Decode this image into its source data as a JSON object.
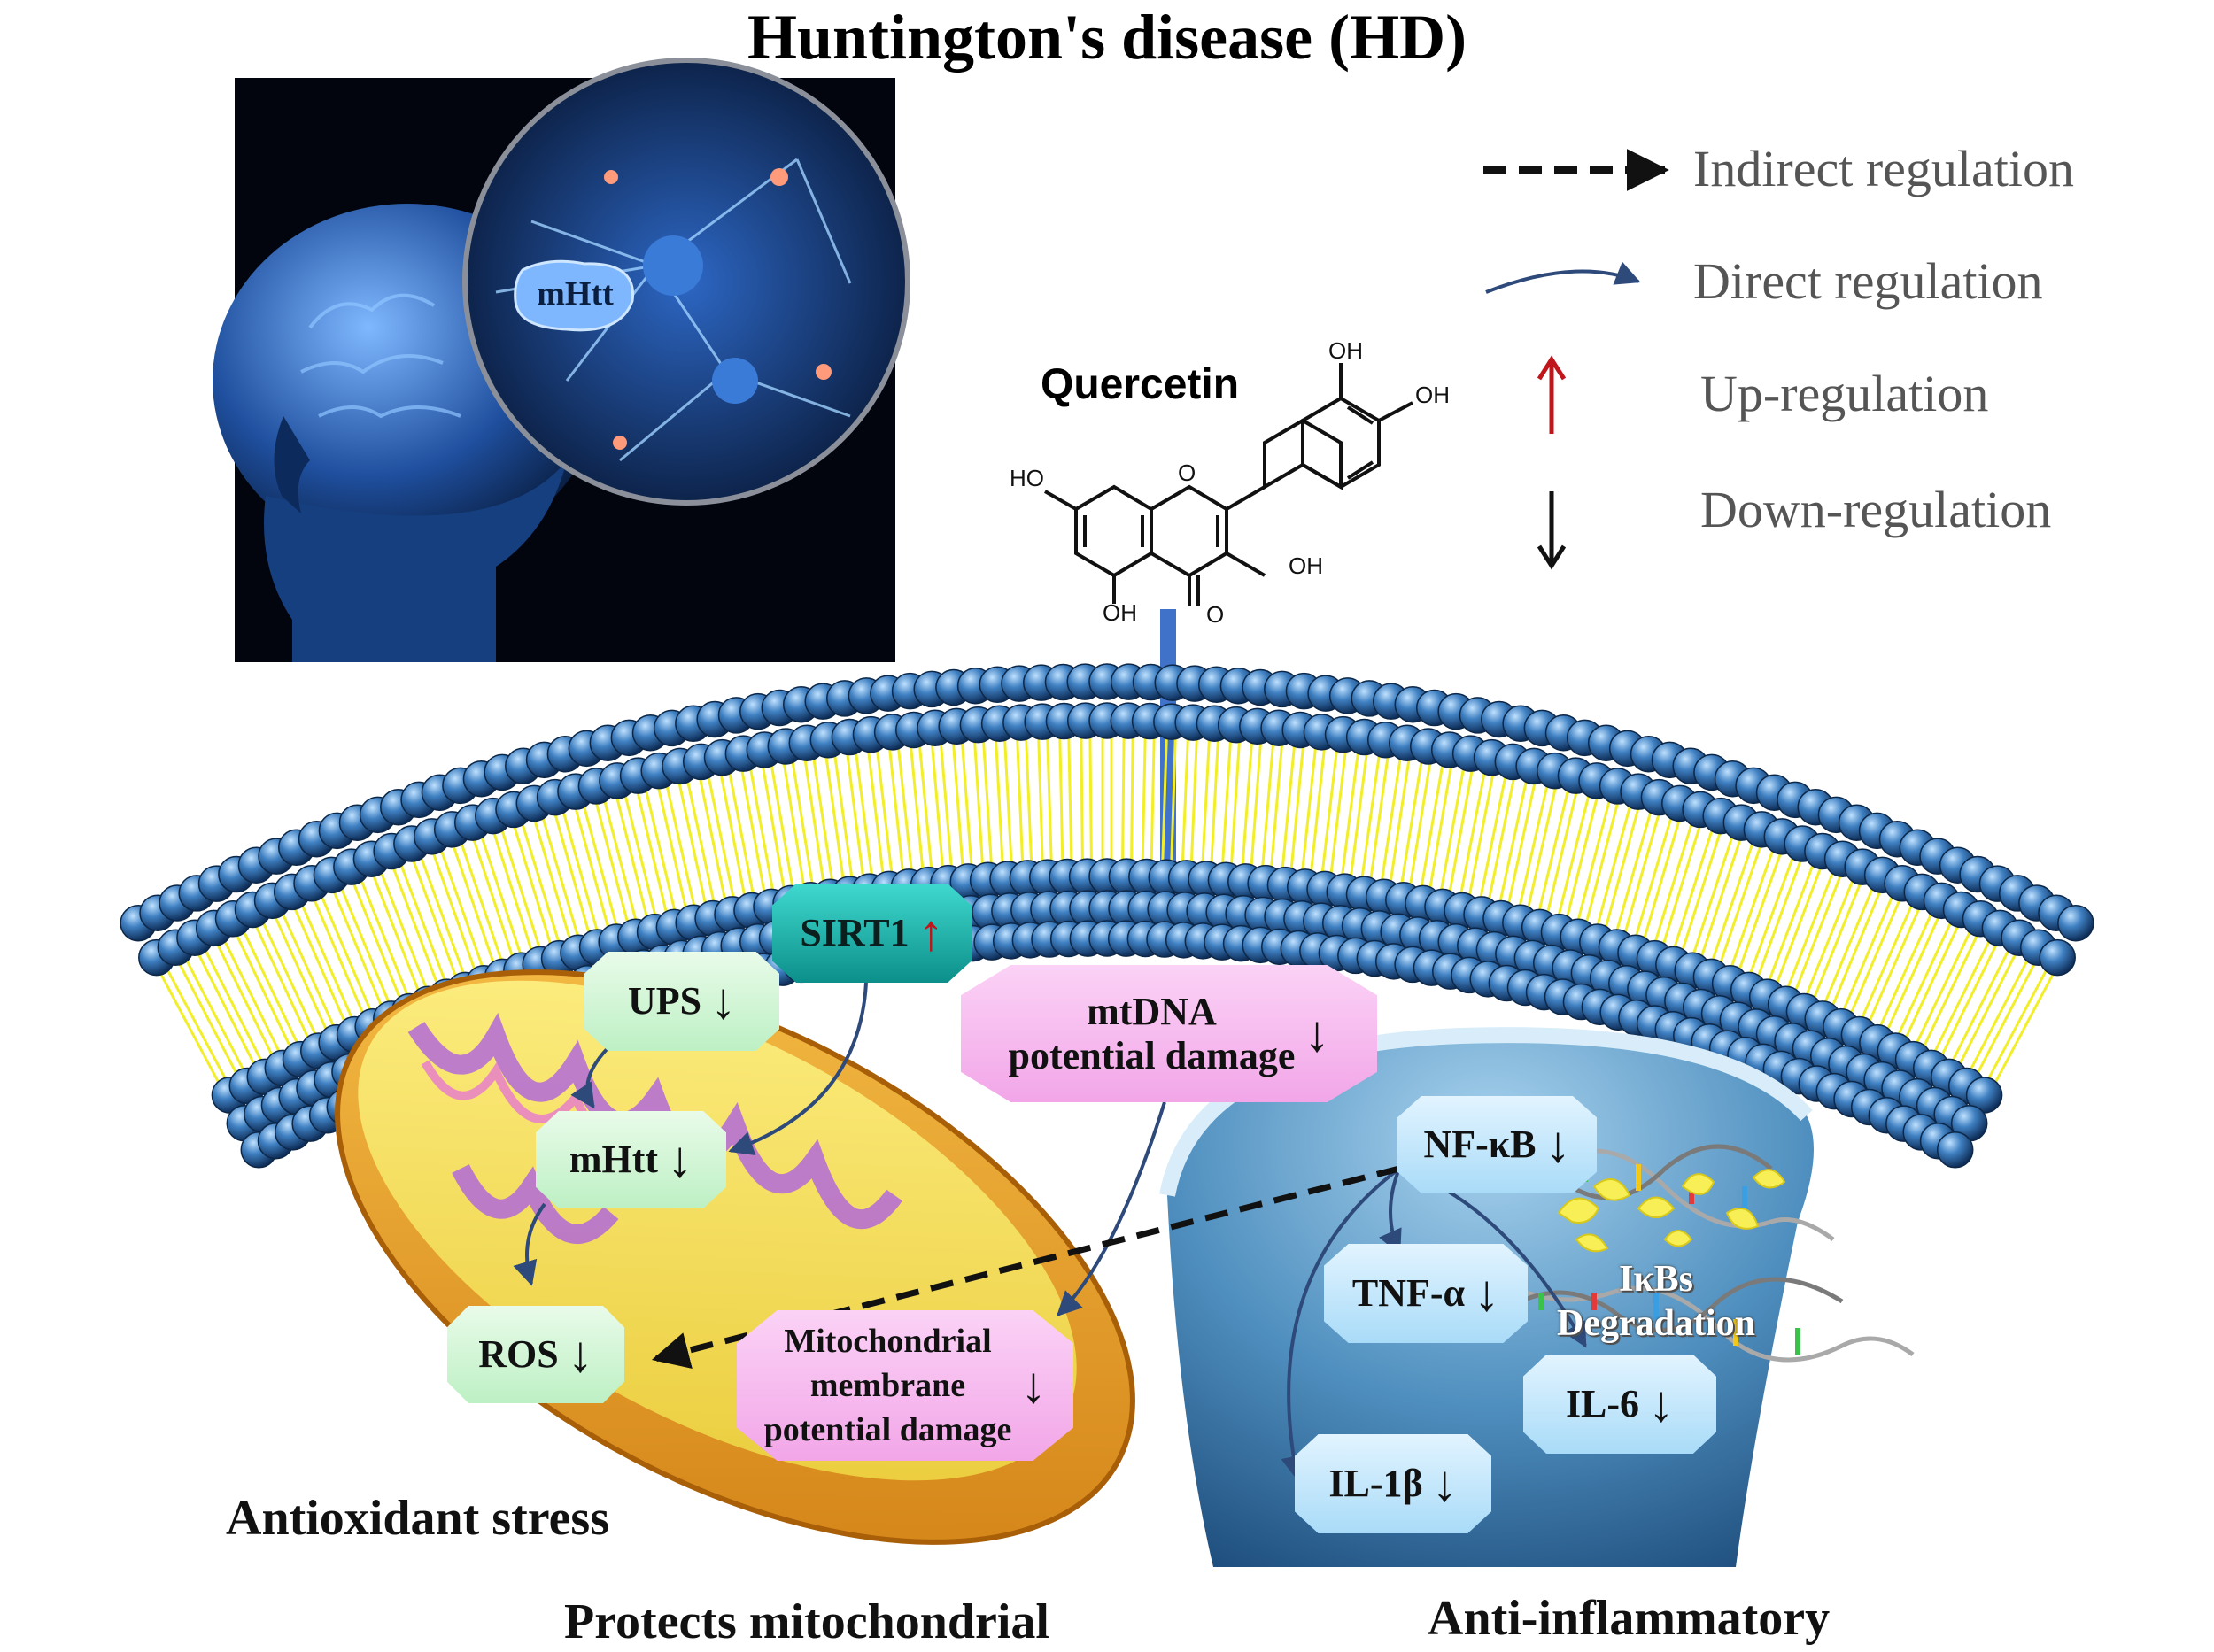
{
  "title": "Huntington's disease (HD)",
  "illustration": {
    "mhtt_bubble": "mHtt"
  },
  "legend": [
    {
      "label": "Indirect regulation",
      "symbol": "dashed-arrow"
    },
    {
      "label": "Direct regulation",
      "symbol": "curved-arrow"
    },
    {
      "label": "Up-regulation",
      "symbol": "up-arrow",
      "color": "#c0161b"
    },
    {
      "label": "Down-regulation",
      "symbol": "down-arrow",
      "color": "#111111"
    }
  ],
  "molecule": {
    "name": "Quercetin",
    "groups": {
      "oh1": "OH",
      "oh2": "OH",
      "ho_left": "HO",
      "oh3": "OH",
      "oh4": "OH",
      "carbonyl": "O",
      "ring_o": "O"
    }
  },
  "arrows": {
    "up": "↑",
    "down": "↓"
  },
  "nodes": {
    "sirt1": "SIRT1",
    "ups": "UPS",
    "mhtt": "mHtt",
    "ros": "ROS",
    "mtdna": [
      "mtDNA",
      "potential damage"
    ],
    "mito_membrane": [
      "Mitochondrial",
      "membrane",
      "potential damage"
    ],
    "nfkb": "NF-κB",
    "tnf": "TNF-α",
    "il6": "IL-6",
    "il1b": "IL-1β",
    "ikbs": [
      "IκBs",
      "Degradation"
    ]
  },
  "sections": {
    "antioxidant": "Antioxidant stress",
    "protects": "Protects mitochondrial",
    "anti_inflammatory": "Anti-inflammatory"
  },
  "colors": {
    "membrane_head": "#2f6fae",
    "membrane_tail": "#f2ee2a",
    "quercetin_arrow": "#3f72c8",
    "direct_arrow": "#2e4a7a",
    "green_node": "#bdf0c4",
    "pink_node": "#f2a6e8",
    "blue_node": "#a9dbf8",
    "teal_node": "#0c8f8a",
    "mitochondrion": "#f0a830",
    "nucleus": "#4f8fbf"
  }
}
